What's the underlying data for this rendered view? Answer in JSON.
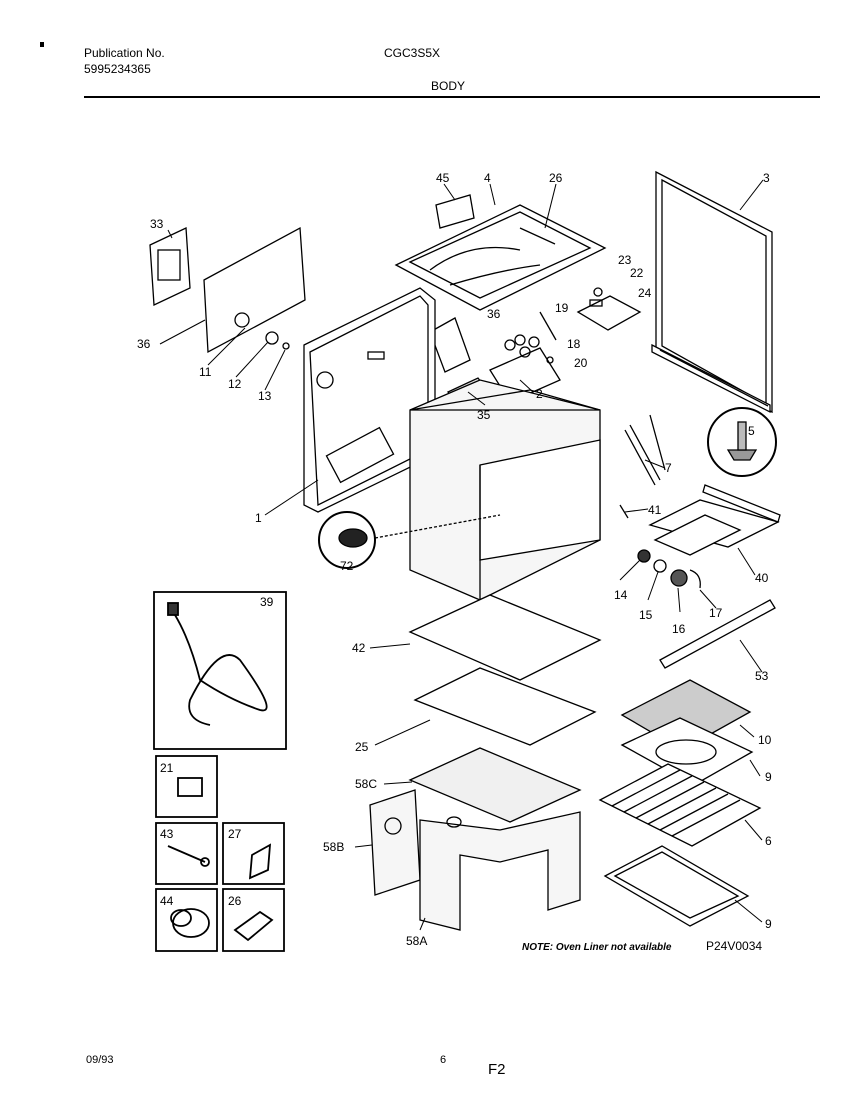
{
  "header": {
    "publication_label": "Publication No.",
    "publication_number": "5995234365",
    "model": "CGC3S5X",
    "section": "BODY"
  },
  "part_labels": {
    "p45": "45",
    "p4": "4",
    "p26a": "26",
    "p3": "3",
    "p33": "33",
    "p23": "23",
    "p22": "22",
    "p24": "24",
    "p19": "19",
    "p36a": "36",
    "p18": "18",
    "p20": "20",
    "p36b": "36",
    "p11": "11",
    "p12": "12",
    "p13": "13",
    "p2": "2",
    "p35": "35",
    "p5": "5",
    "p7": "7",
    "p1": "1",
    "p41": "41",
    "p72": "72",
    "p40": "40",
    "p14": "14",
    "p15": "15",
    "p16": "16",
    "p17": "17",
    "p39": "39",
    "p42": "42",
    "p53": "53",
    "p10": "10",
    "p25": "25",
    "p9a": "9",
    "p58c": "58C",
    "p6": "6",
    "p58b": "58B",
    "p9b": "9",
    "p58a": "58A",
    "p21": "21",
    "p43": "43",
    "p27": "27",
    "p44": "44",
    "p26b": "26"
  },
  "note": "NOTE: Oven Liner not available",
  "diagram_code": "P24V0034",
  "footer": {
    "date": "09/93",
    "page": "6",
    "code": "F2"
  }
}
